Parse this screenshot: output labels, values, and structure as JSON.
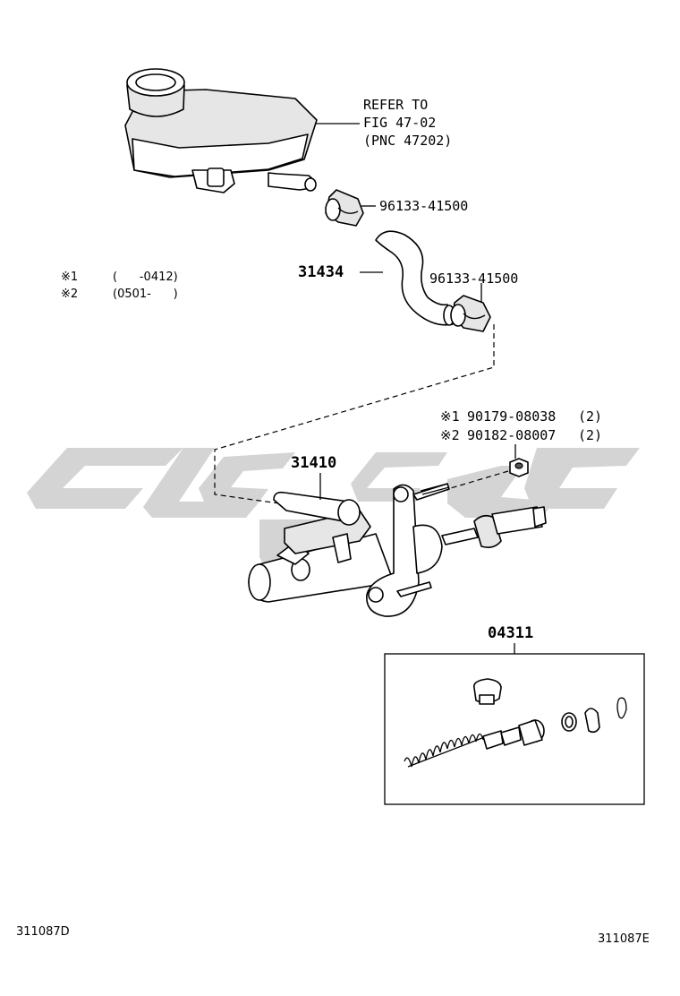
{
  "reservoir_ref": {
    "line1": "REFER TO",
    "line2": "FIG 47-02",
    "line3": "(PNC 47202)"
  },
  "clip_upper": {
    "part_no": "96133-41500"
  },
  "clip_lower": {
    "part_no": "96133-41500"
  },
  "hose": {
    "part_no": "31434"
  },
  "legend": {
    "row1": {
      "mark": "※1",
      "range": "(      -0412)"
    },
    "row2": {
      "mark": "※2",
      "range": "(0501-      )"
    }
  },
  "nut": {
    "row1": {
      "mark": "※1",
      "part_no": "90179-08038",
      "qty": "(2)"
    },
    "row2": {
      "mark": "※2",
      "part_no": "90182-08007",
      "qty": "(2)"
    }
  },
  "master_cylinder": {
    "part_no": "31410"
  },
  "repair_kit": {
    "part_no": "04311"
  },
  "footer": {
    "left_code": "311087D",
    "right_code": "311087E"
  },
  "colors": {
    "watermark": "#d4d4d4",
    "line": "#000000"
  }
}
